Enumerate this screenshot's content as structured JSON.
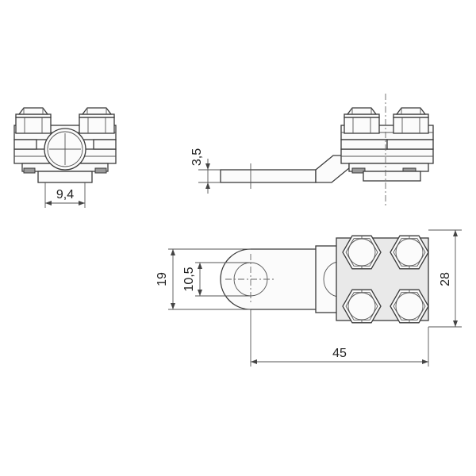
{
  "dimensions": {
    "pitch_width": "9,4",
    "lug_thickness": "3,5",
    "lug_width": "19",
    "hole_diameter": "10,5",
    "block_height": "28",
    "overall_length": "45"
  }
}
